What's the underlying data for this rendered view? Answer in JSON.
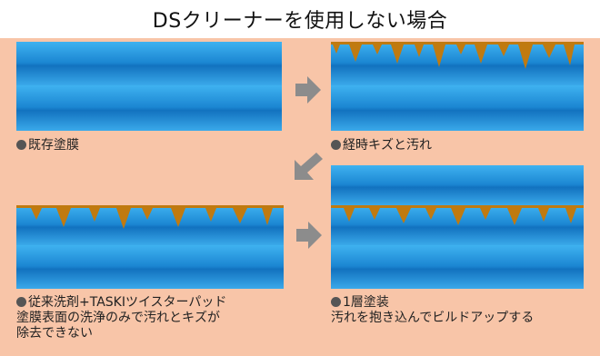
{
  "title": "DSクリーナーを使用しない場合",
  "panels": {
    "existing": {
      "caption": "既存塗膜"
    },
    "scratched": {
      "caption": "経時キズと汚れ"
    },
    "conventional": {
      "caption_lines": [
        "従来洗剤+TASKIツイスターパッド",
        "塗膜表面の洗浄のみで汚れとキズが",
        "除去できない"
      ]
    },
    "recoat": {
      "caption_lines": [
        "1層塗装",
        "汚れを抱き込んでビルドアップする"
      ]
    }
  },
  "colors": {
    "background": "#f8c5a8",
    "coating": "#1e8fd9",
    "dirt": "#c07a10",
    "arrow": "#8c8c8c"
  },
  "icons": {
    "arrow_right": "arrow-right-icon",
    "arrow_down_left": "arrow-down-left-icon"
  }
}
